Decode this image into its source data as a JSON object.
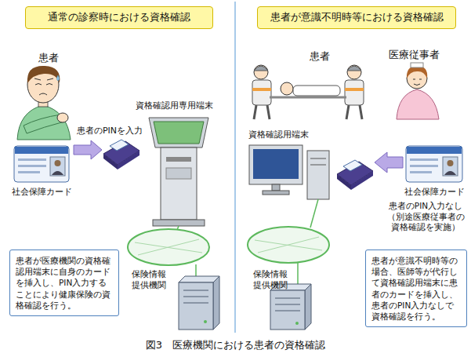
{
  "diagram": {
    "caption": "図3　医療機関における患者の資格確認",
    "nodes": [
      {
        "text": [
          "通常の診察時における資格確認"
        ]
      },
      {
        "text": [
          "患者が意識不明時等における資格確認"
        ]
      },
      {
        "text": [
          "患者が医療機関の資格確認用端末に自身のカードを挿入し、PIN入力することにより健康保険の資格確認を行う。"
        ]
      },
      {
        "text": [
          "患者が意識不明時等の場合、医師等が代行して資格確認用端末に患者のカードを挿入し、患者のPIN入力なしで資格確認を行う。"
        ]
      }
    ],
    "labels": [
      "患者",
      "資格確認用専用端末",
      "患者のPINを入力",
      "社会保障カード",
      "保険情報 提供機関",
      "患者",
      "医療従事者",
      "資格確認用端末",
      "社会保障カード",
      "患者のPIN入力なし （別途医療従事者の 資格確認を実施）",
      "保険情報 提供機関"
    ]
  }
}
